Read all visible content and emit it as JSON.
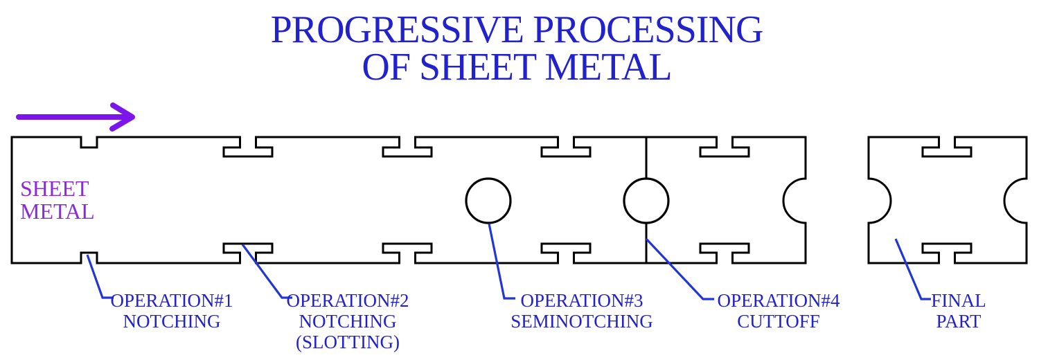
{
  "title": {
    "line1": "PROGRESSIVE PROCESSING",
    "line2": "OF SHEET METAL"
  },
  "sheet_label": {
    "line1": "SHEET",
    "line2": "METAL"
  },
  "labels": {
    "op1": {
      "line1": "OPERATION#1",
      "line2": "NOTCHING"
    },
    "op2": {
      "line1": "OPERATION#2",
      "line2": "NOTCHING",
      "line3": "(SLOTTING)"
    },
    "op3": {
      "line1": "OPERATION#3",
      "line2": "SEMINOTCHING"
    },
    "op4": {
      "line1": "OPERATION#4",
      "line2": "CUTTOFF"
    },
    "final": {
      "line1": "FINAL",
      "line2": "PART"
    }
  },
  "icons": {
    "feed_direction_arrow": "right-arrow"
  },
  "colors": {
    "background": "#FFFFFF",
    "outline": "#000000",
    "title_text": "#2222CC",
    "label_text": "#2222CC",
    "leader_line": "#2136D4",
    "arrow": "#7C15EA",
    "sheet_metal_text": "#8B2BD8"
  }
}
